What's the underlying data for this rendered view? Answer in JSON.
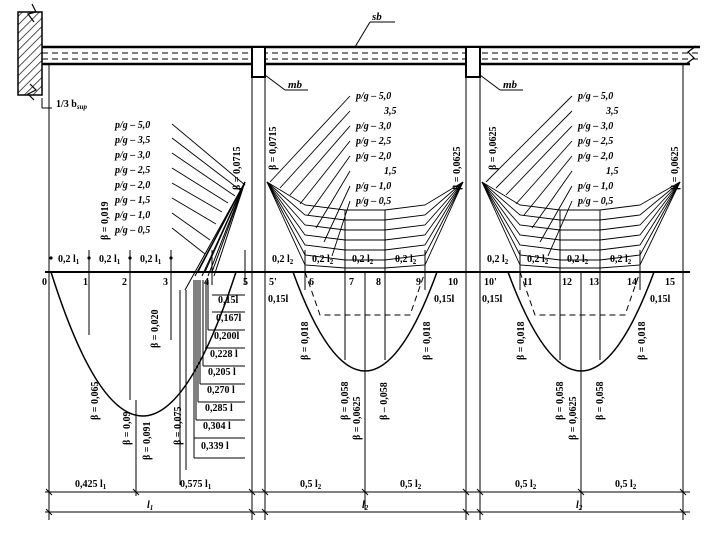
{
  "labels": {
    "slab": "sb",
    "beam_1": "mb",
    "beam_2": "mb",
    "support": "1/3 b",
    "support_sub": "sup"
  },
  "ratios": [
    "p/g – 5,0",
    "p/g – 3,5",
    "p/g – 3,0",
    "p/g – 2,5",
    "p/g – 2,0",
    "p/g – 1,5",
    "p/g – 1,0",
    "p/g – 0,5"
  ],
  "ratios_center": [
    "p/g – 5,0",
    "3,5",
    "p/g – 3,0",
    "p/g – 2,5",
    "p/g – 2,0",
    "1,5",
    "p/g – 1,0",
    "p/g – 0,5"
  ],
  "ratios_right": [
    "p/g – 5,0",
    "3,5",
    "p/g – 3,0",
    "p/g – 2,5",
    "p/g – 2,0",
    "1,5",
    "p/g – 1,0",
    "p/g – 0,5"
  ],
  "points": [
    "0",
    "1",
    "2",
    "3",
    "4",
    "5",
    "5'",
    "6",
    "7",
    "8",
    "9",
    "10",
    "10'",
    "11",
    "12",
    "13",
    "14",
    "15"
  ],
  "spacing_1": [
    "0,2 l",
    "0,2 l",
    "0,2 l"
  ],
  "spacing_2": [
    "0,2 l",
    "0,2 l",
    "0,2 l",
    "0,2 l"
  ],
  "spacing_3": [
    "0,2 l",
    "0,2 l",
    "0,2 l",
    "0,2 l"
  ],
  "betas": {
    "b_0715_a": "β = 0,0715",
    "b_019": "β = 0,019",
    "b_020": "β = 0,020",
    "b_065": "β = 0,065",
    "b_09": "β = 0,09",
    "b_091": "β = 0,091",
    "b_075": "β = 0,075",
    "b_0715_b": "β = 0,0715",
    "b_0625_a": "β = 0,0625",
    "b_018_a": "β = 0,018",
    "b_058_a": "β = 0,058",
    "b_0625_b": "β = 0,0625",
    "b_058_b": "β – 0,058",
    "b_018_b": "β = 0,018",
    "b_0625_c": "β = 0,0625",
    "b_0625_d": "β = 0,0625",
    "b_018_c": "β = 0,018",
    "b_058_c": "β = 0,058",
    "b_0625_e": "β = 0,0625",
    "b_058_d": "β = 0,058",
    "b_018_d": "β = 0,018"
  },
  "zero_points": [
    "0,15l",
    "0,167l",
    "0,200l",
    "0,228 l",
    "0,205 l",
    "0,270 l",
    "0,285 l",
    "0,304 l",
    "0,339 l"
  ],
  "end_dims": [
    "0,15l",
    "0,15l",
    "0,15l",
    "0,15l",
    "0,15l"
  ],
  "bottom_dims": [
    "0,425 l",
    "0,575 l",
    "0,5 l",
    "0,5 l",
    "0,5 l",
    "0,5 l"
  ],
  "bottom_spans": [
    "l",
    "l",
    "l"
  ],
  "subs": {
    "s1": "1",
    "s2": "2"
  }
}
